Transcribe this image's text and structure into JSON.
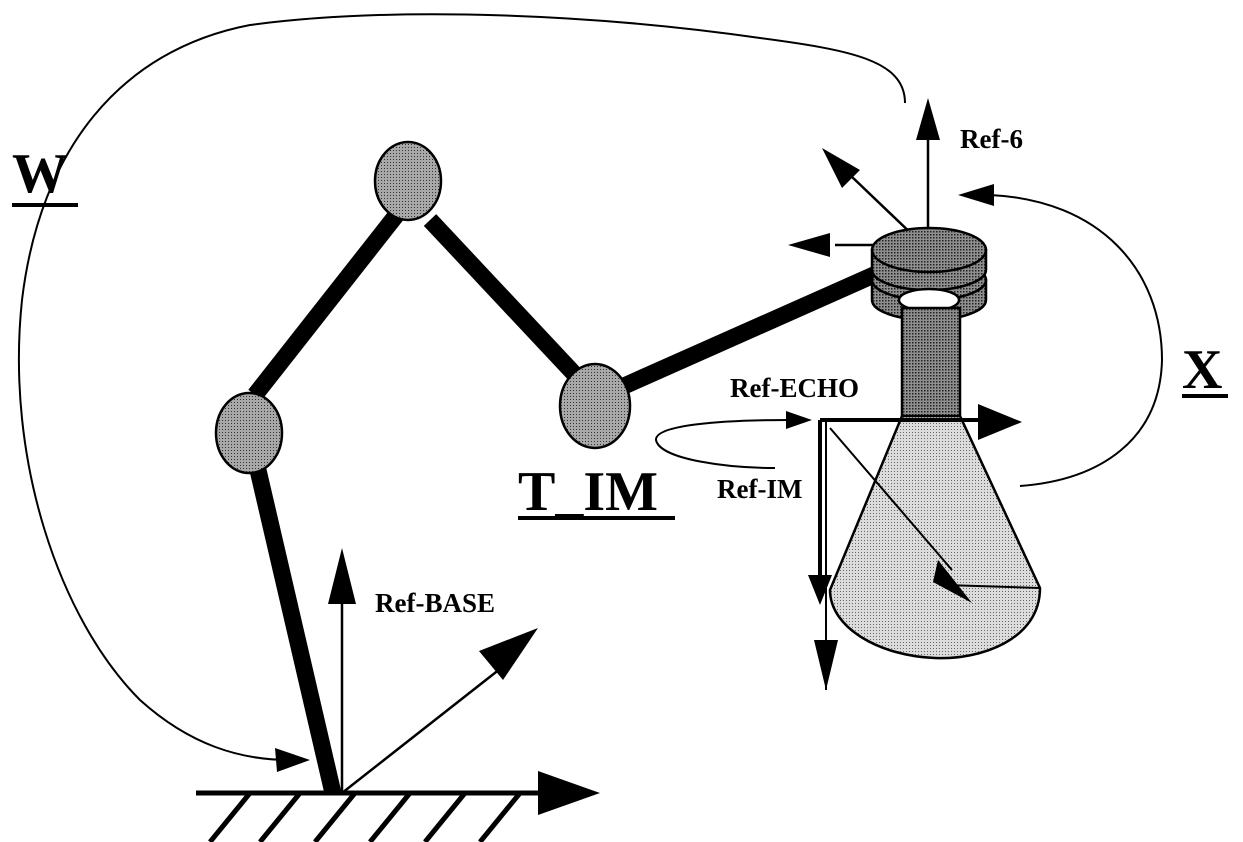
{
  "labels": {
    "w": "W",
    "x": "X",
    "t_im": "T_IM",
    "ref_6": "Ref-6",
    "ref_echo": "Ref-ECHO",
    "ref_im": "Ref-IM",
    "ref_base": "Ref-BASE"
  },
  "colors": {
    "ink": "#000000",
    "joint_fill": "#8c8c8c",
    "flange_fill": "#7a7a7a",
    "probe_fill": "#3a3a3a",
    "cone_fill": "#c4c4c4",
    "background": "#ffffff"
  }
}
